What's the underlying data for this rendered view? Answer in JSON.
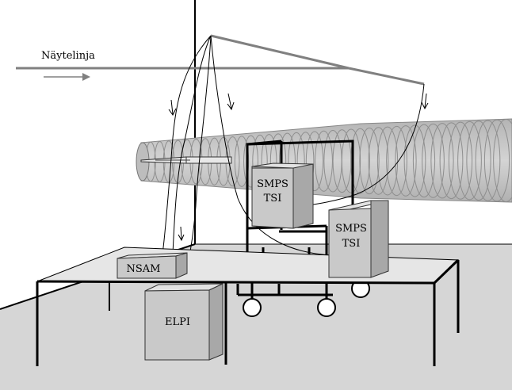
{
  "diagram": {
    "sample_line_label": "Näytelinja",
    "instruments": {
      "nsam": "NSAM",
      "elpi": "ELPI",
      "smps_upper": [
        "SMPS",
        "TSI"
      ],
      "smps_lower": [
        "SMPS",
        "TSI"
      ]
    }
  },
  "colors": {
    "floor": "#d6d6d6",
    "box_front": "#c9c9c9",
    "box_side": "#a8a8a8",
    "box_top": "#e2e2e2",
    "duct": "#c4c4c4",
    "sample_line": "#808080"
  }
}
